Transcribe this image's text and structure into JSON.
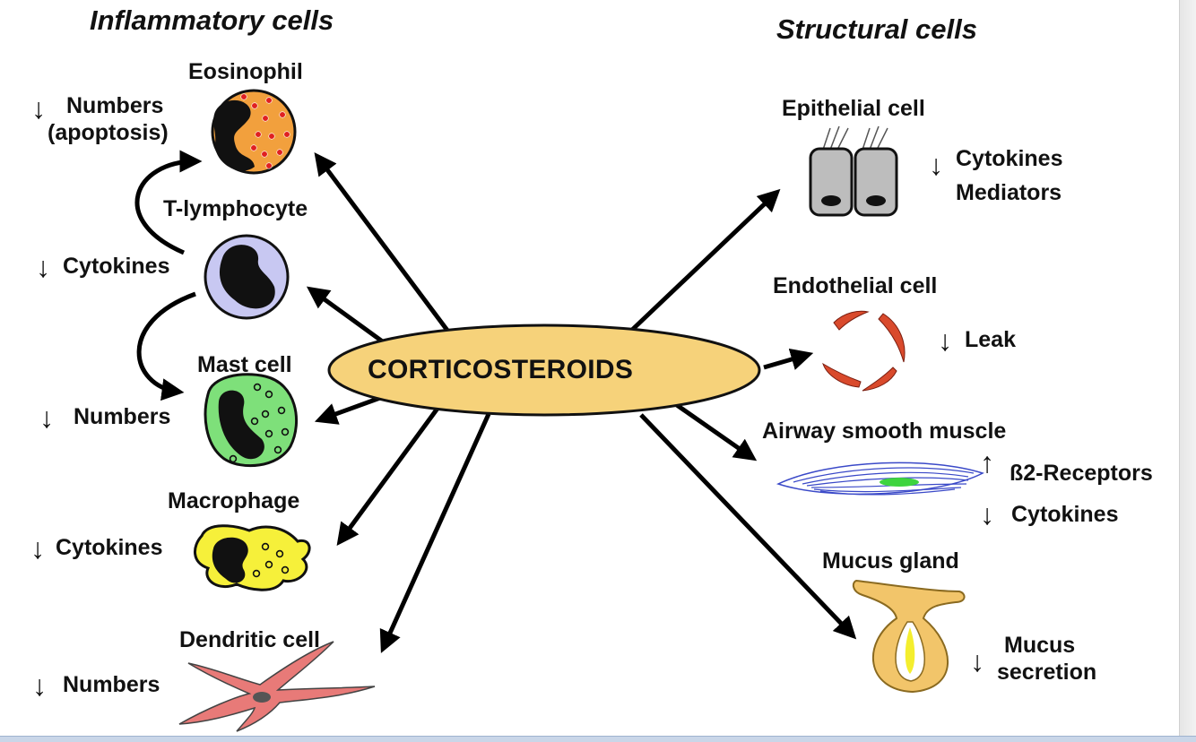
{
  "headings": {
    "inflammatory": "Inflammatory cells",
    "structural": "Structural cells"
  },
  "center": {
    "label": "CORTICOSTEROIDS",
    "fill": "#f6d27a"
  },
  "inflammatory_cells": {
    "eosinophil": {
      "name": "Eosinophil",
      "effect_line1": "Numbers",
      "effect_line2": "(apoptosis)"
    },
    "t_lymphocyte": {
      "name": "T-lymphocyte",
      "effect": "Cytokines"
    },
    "mast_cell": {
      "name": "Mast cell",
      "effect": "Numbers"
    },
    "macrophage": {
      "name": "Macrophage",
      "effect": "Cytokines"
    },
    "dendritic_cell": {
      "name": "Dendritic cell",
      "effect": "Numbers"
    }
  },
  "structural_cells": {
    "epithelial": {
      "name": "Epithelial cell",
      "effect_line1": "Cytokines",
      "effect_line2": "Mediators"
    },
    "endothelial": {
      "name": "Endothelial cell",
      "effect": "Leak"
    },
    "smooth_muscle": {
      "name": "Airway smooth muscle",
      "effect_up": "ß2-Receptors",
      "effect_down": "Cytokines"
    },
    "mucus_gland": {
      "name": "Mucus gland",
      "effect_line1": "Mucus",
      "effect_line2": "secretion"
    }
  },
  "symbols": {
    "down": "↓",
    "up": "↑"
  },
  "colors": {
    "eosinophil": "#f2a03d",
    "eosinophil_granules": "#e02020",
    "t_lymphocyte": "#c8c8f2",
    "mast_cell": "#7ee07a",
    "macrophage": "#f6f03a",
    "dendritic": "#e87a78",
    "epithelial": "#bdbdbd",
    "endothelial": "#d94a2c",
    "smooth_muscle": "#3a49c8",
    "smooth_muscle_nucleus": "#3ed43e",
    "mucus_gland": "#f2c56a",
    "mucus_core": "#f4ee2e"
  }
}
